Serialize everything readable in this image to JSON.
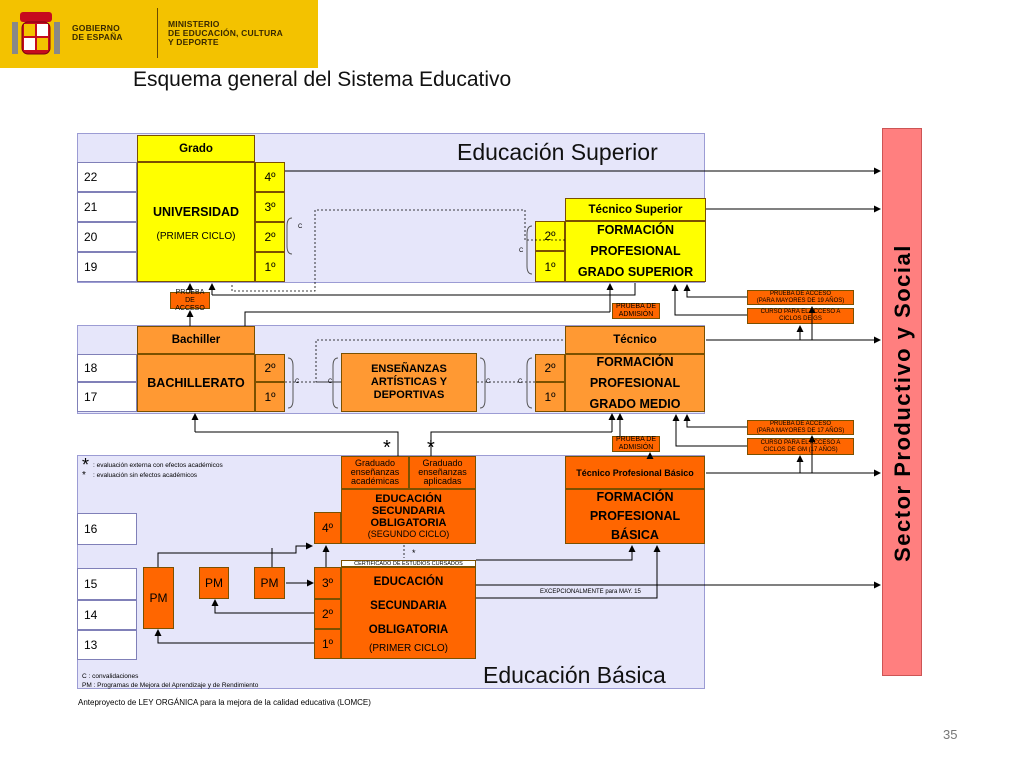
{
  "header": {
    "gobierno": [
      "GOBIERNO",
      "DE ESPAÑA"
    ],
    "ministerio": [
      "MINISTERIO",
      "DE EDUCACIÓN, CULTURA",
      "Y DEPORTE"
    ]
  },
  "title": "Esquema general del Sistema Educativo",
  "bands": {
    "superior": "Educación Superior",
    "basica": "Educación Básica"
  },
  "ages": {
    "a22": "22",
    "a21": "21",
    "a20": "20",
    "a19": "19",
    "a18": "18",
    "a17": "17",
    "a16": "16",
    "a15": "15",
    "a14": "14",
    "a13": "13"
  },
  "universidad": {
    "header": "Grado",
    "name": "UNIVERSIDAD",
    "sub": "(PRIMER CICLO)",
    "courses": [
      "4º",
      "3º",
      "2º",
      "1º"
    ]
  },
  "fp_superior": {
    "header": "Técnico Superior",
    "lines": [
      "FORMACIÓN",
      "PROFESIONAL",
      "GRADO SUPERIOR"
    ],
    "courses": [
      "2º",
      "1º"
    ]
  },
  "bachiller": {
    "header": "Bachiller",
    "name": "BACHILLERATO",
    "courses": [
      "2º",
      "1º"
    ]
  },
  "artisticas": {
    "lines": [
      "ENSEÑANZAS",
      "ARTÍSTICAS Y",
      "DEPORTIVAS"
    ]
  },
  "fp_medio": {
    "header": "Técnico",
    "lines": [
      "FORMACIÓN",
      "PROFESIONAL",
      "GRADO MEDIO"
    ],
    "courses": [
      "2º",
      "1º"
    ]
  },
  "eso2": {
    "grad1": [
      "Graduado",
      "enseñanzas",
      "académicas"
    ],
    "grad2": [
      "Graduado",
      "enseñanzas",
      "aplicadas"
    ],
    "lines": [
      "EDUCACIÓN",
      "SECUNDARIA",
      "OBLIGATORIA"
    ],
    "sub": "(SEGUNDO CICLO)",
    "course": "4º"
  },
  "fpb": {
    "header": "Técnico Profesional Básico",
    "lines": [
      "FORMACIÓN",
      "PROFESIONAL",
      "BÁSICA"
    ]
  },
  "eso1": {
    "lines": [
      "EDUCACIÓN",
      "SECUNDARIA",
      "OBLIGATORIA"
    ],
    "sub": "(PRIMER CICLO)",
    "courses": [
      "3º",
      "2º",
      "1º"
    ]
  },
  "pm": {
    "labels": [
      "PM",
      "PM",
      "PM"
    ]
  },
  "small_boxes": {
    "prueba_acceso_univ": [
      "PRUEBA DE",
      "ACCESO"
    ],
    "prueba_admision_gs": [
      "PRUEBA DE",
      "ADMISIÓN"
    ],
    "prueba_admision_gm": [
      "PRUEBA DE",
      "ADMISIÓN"
    ],
    "prueba_acceso_19": [
      "PRUEBA DE ACCESO",
      "(PARA MAYORES DE 19 AÑOS)"
    ],
    "curso_gs": [
      "CURSO PARA EL ACCESO A",
      "CICLOS DE GS"
    ],
    "prueba_acceso_17": [
      "PRUEBA DE ACCESO",
      "(PARA MAYORES DE 17 AÑOS)"
    ],
    "curso_gm": [
      "CURSO PARA EL ACCESO A",
      "CICLOS DE GM (17 AÑOS)"
    ],
    "certificado": "CERTIFICADO DE ESTUDIOS CURSADOS"
  },
  "labels": {
    "c": "C",
    "star": "*",
    "excepcional": "EXCEPCIONALMENTE para MAY. 15"
  },
  "legend": {
    "star1": ": evaluación externa con efectos académicos",
    "star2": ": evaluación sin efectos académicos",
    "c": "C : convalidaciones",
    "pm": "PM : Programas de Mejora del Aprendizaje y de Rendimiento"
  },
  "sector": "Sector Productivo y Social",
  "footer": "Anteproyecto de LEY ORGÁNICA para la mejora de la calidad educativa (LOMCE)",
  "page_number": "35",
  "colors": {
    "universidad": "#ffff00",
    "bachillerato": "#ff9933",
    "eso": "#ff6600",
    "band": "#e6e6fa",
    "sector": "#ff7f7f",
    "logo": "#f3c200"
  }
}
